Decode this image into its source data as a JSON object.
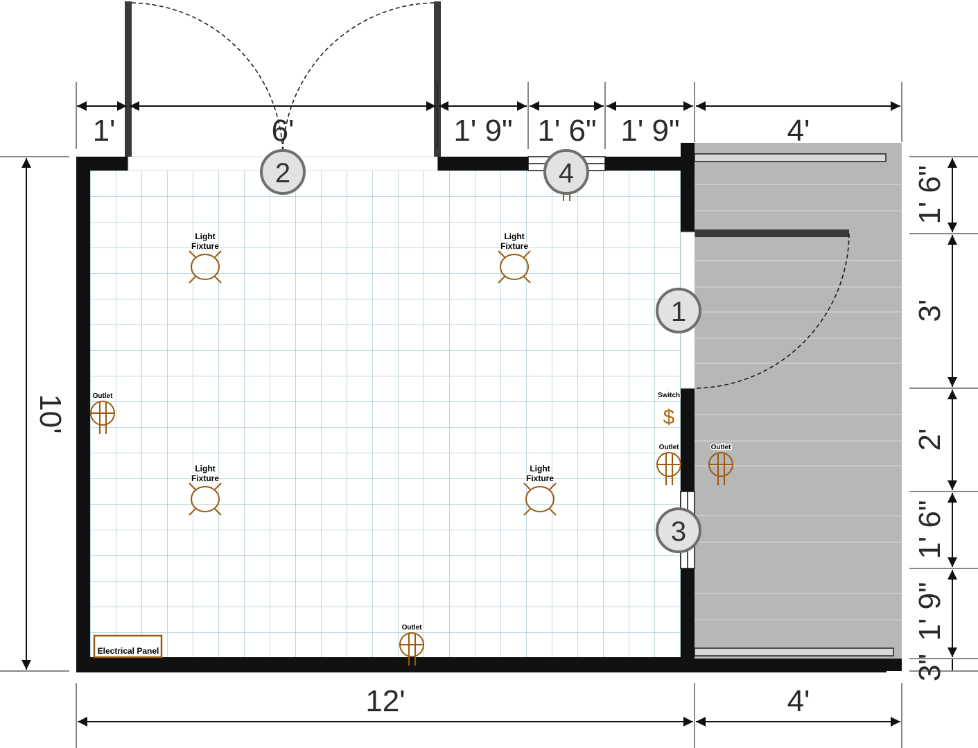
{
  "dimensions": {
    "top": [
      "1'",
      "6'",
      "1' 9\"",
      "1' 6\"",
      "1' 9\"",
      "4'"
    ],
    "bottom": [
      "12'",
      "4'"
    ],
    "left": "10'",
    "right": [
      "1' 6\"",
      "3'",
      "2'",
      "1' 6\"",
      "1' 9\"",
      "3\""
    ]
  },
  "labels": {
    "light_fixture_line1": "Light",
    "light_fixture_line2": "Fixture",
    "outlet": "Outlet",
    "switch": "Switch",
    "switch_symbol": "$",
    "electrical_panel": "Electrical Panel"
  },
  "markers": [
    "2",
    "4",
    "1",
    "3"
  ],
  "colors": {
    "wall": "#111111",
    "grid_line": "#7fb3c2",
    "porch_fill": "#b7b7b7",
    "fixture": "#9a5a10",
    "marker_fill": "#e2e2e2",
    "marker_stroke": "#6e6e6e"
  }
}
